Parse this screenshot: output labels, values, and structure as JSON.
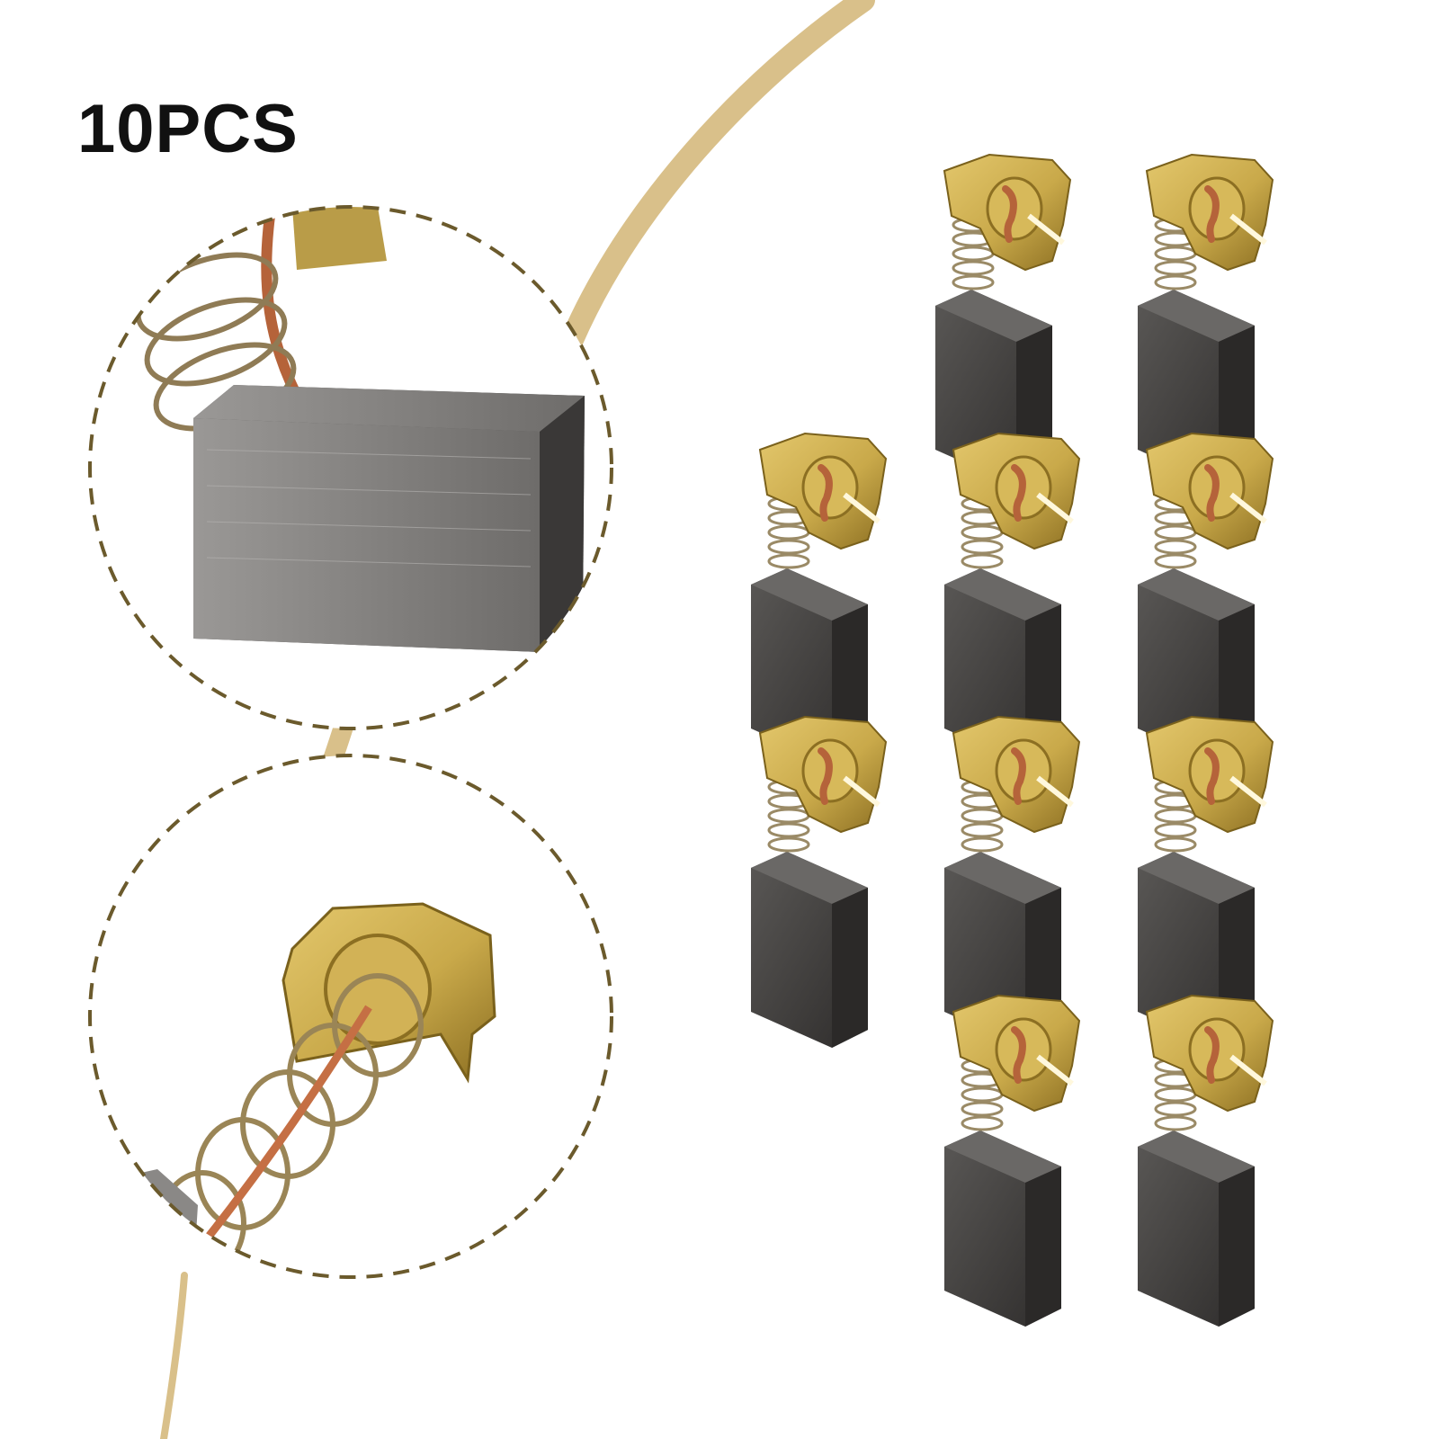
{
  "product": {
    "quantity_label": "10PCS",
    "item_count": 10,
    "item_icon": "carbon-brush-icon"
  },
  "detail_views": [
    {
      "name": "carbon-block-closeup"
    },
    {
      "name": "spring-cap-closeup"
    }
  ],
  "colors": {
    "background": "#ffffff",
    "accent_swoosh": "#d9c08a",
    "dashed_border": "#6b5a2c",
    "carbon": "#3f3d3b",
    "carbon_light": "#8a8886",
    "brass": "#c9a94a",
    "brass_dark": "#8c6f22",
    "copper": "#b5633a",
    "label_text": "#111111"
  }
}
